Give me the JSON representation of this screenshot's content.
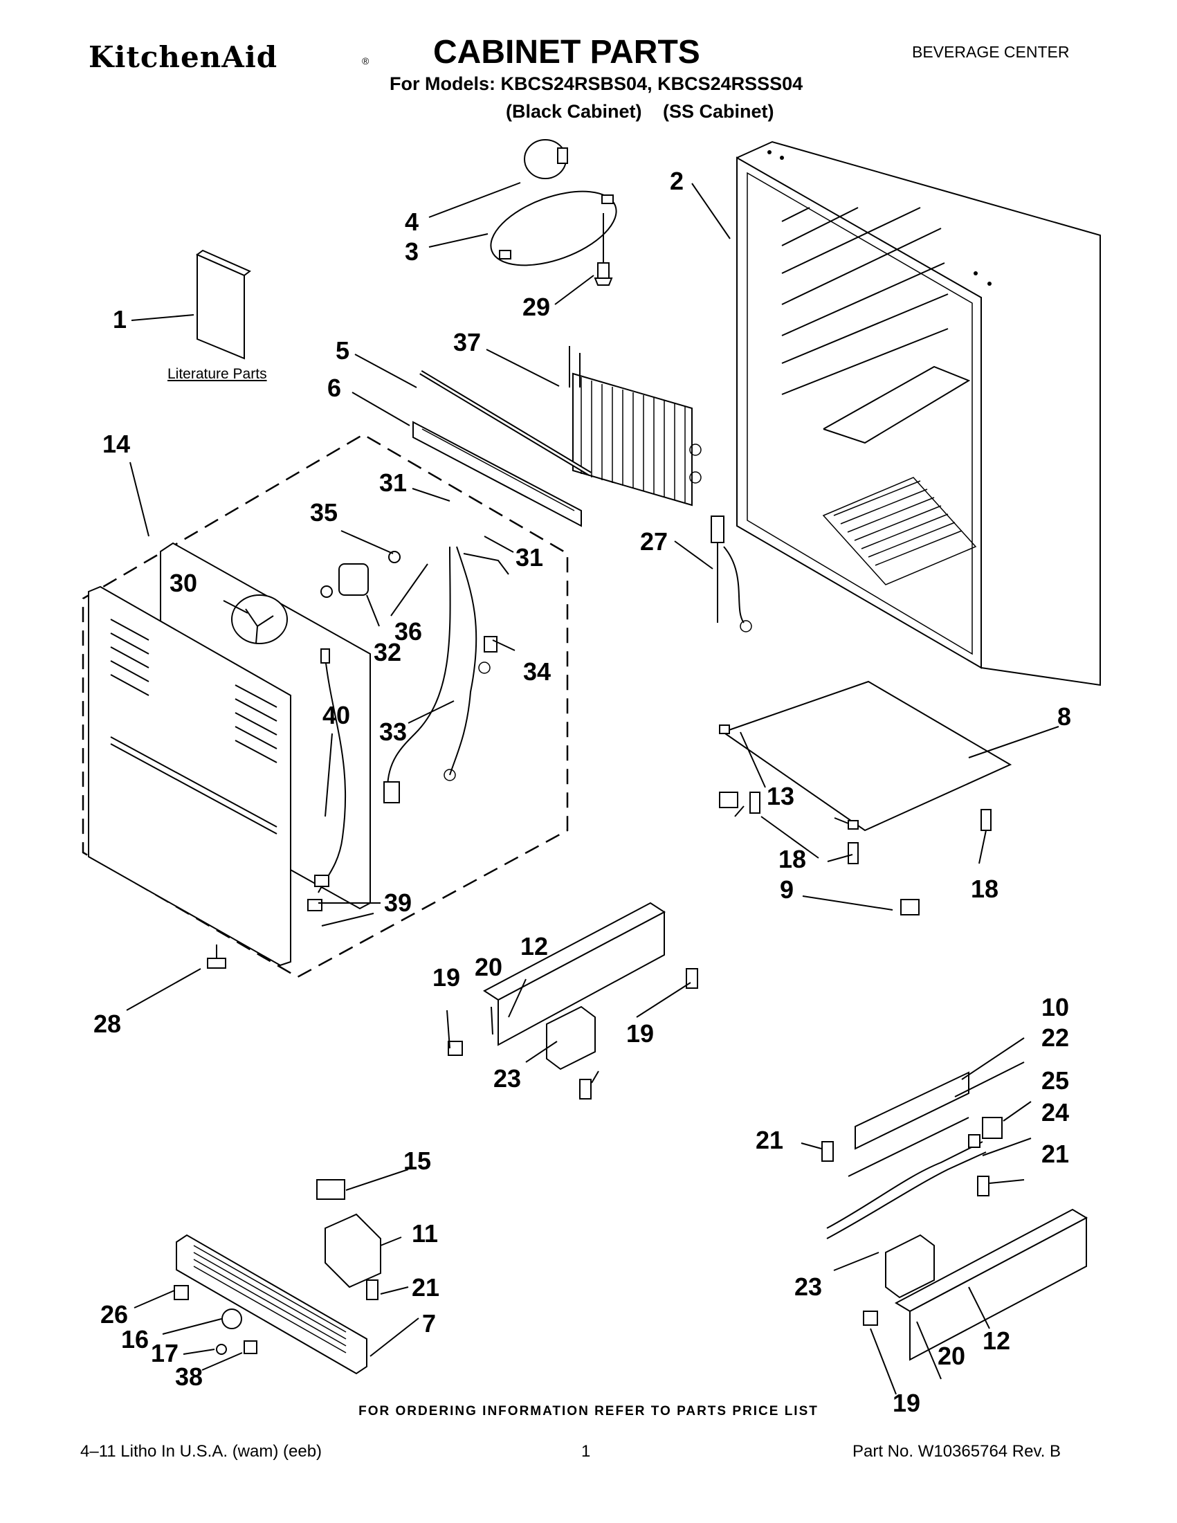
{
  "header": {
    "brand": "KitchenAid",
    "brand_mark": "®",
    "title": "CABINET PARTS",
    "category": "BEVERAGE CENTER",
    "models": "For Models: KBCS24RSBS04, KBCS24RSSS04",
    "variant_black": "(Black Cabinet)",
    "variant_ss": "(SS Cabinet)"
  },
  "literature_label": "Literature Parts",
  "callouts": [
    "1",
    "2",
    "3",
    "4",
    "29",
    "5",
    "37",
    "6",
    "14",
    "31",
    "35",
    "31",
    "27",
    "30",
    "36",
    "32",
    "34",
    "33",
    "40",
    "8",
    "13",
    "18",
    "9",
    "18",
    "39",
    "28",
    "19",
    "20",
    "12",
    "19",
    "23",
    "10",
    "22",
    "25",
    "24",
    "21",
    "21",
    "15",
    "11",
    "21",
    "23",
    "26",
    "16",
    "17",
    "38",
    "7",
    "12",
    "20",
    "19"
  ],
  "footer": {
    "ordering_note": "FOR ORDERING INFORMATION REFER TO PARTS PRICE LIST",
    "print_info": "4–11 Litho In U.S.A. (wam) (eeb)",
    "page": "1",
    "part_number": "Part No. W10365764 Rev. B"
  }
}
